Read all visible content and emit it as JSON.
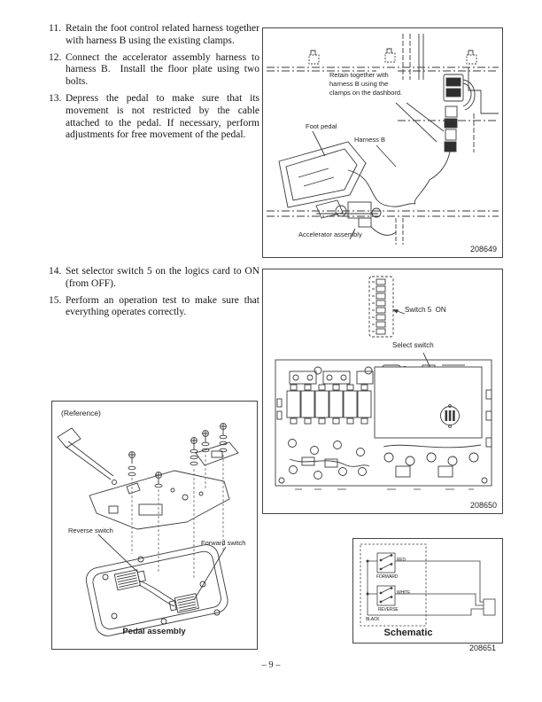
{
  "page": {
    "number": "– 9 –"
  },
  "instructions": {
    "items_top": [
      {
        "num": "11.",
        "text": "Retain the foot control related harness together with harness B using the existing clamps."
      },
      {
        "num": "12.",
        "text": "Connect the accelerator assembly harness to harness B.  Install the floor plate using two bolts."
      },
      {
        "num": "13.",
        "text": "Depress the pedal to make sure that its movement is not restricted by the cable attached to the pedal. If necessary, perform adjustments for free movement of the pedal."
      }
    ],
    "items_bottom": [
      {
        "num": "14.",
        "text": "Set selector switch 5 on the logics card to ON (from OFF)."
      },
      {
        "num": "15.",
        "text": "Perform an operation test to make sure that everything operates correctly."
      }
    ]
  },
  "figures": {
    "pedal_harness": {
      "callout_line1": "Retain together with",
      "callout_line2": "harness B using the",
      "callout_line3": "clamps on the dashbord.",
      "foot_pedal": "Foot pedal",
      "harness_b": "Harness B",
      "accelerator": "Accelerator assembly",
      "number": "208649"
    },
    "logic_card": {
      "switch5": "Switch 5  ON",
      "select_switch": "Select switch",
      "number": "208650"
    },
    "reference": {
      "title": "(Reference)",
      "reverse_switch": "Reverse switch",
      "forward_switch": "Forward switch",
      "pedal_assembly": "Pedal assembly"
    },
    "schematic": {
      "forward": "FORWARD",
      "reverse": "REVERSE",
      "red": "RED",
      "white": "WHITE",
      "black": "BLACK",
      "title": "Schematic",
      "number": "208651"
    }
  }
}
